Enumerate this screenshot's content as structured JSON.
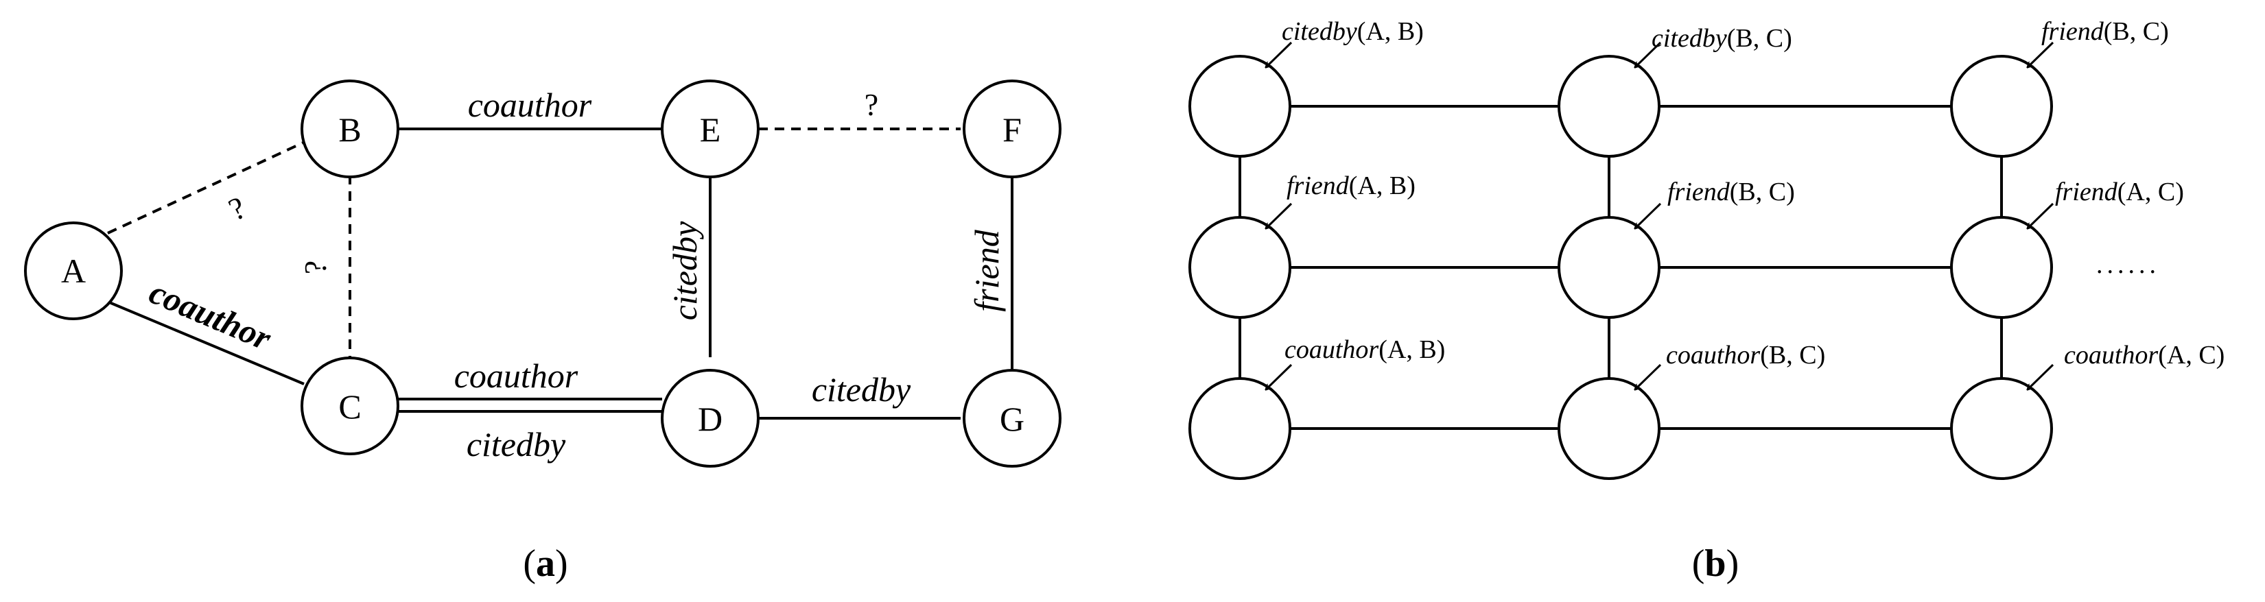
{
  "panel_a": {
    "nodes": {
      "A": "A",
      "B": "B",
      "C": "C",
      "D": "D",
      "E": "E",
      "F": "F",
      "G": "G"
    },
    "edge_labels": {
      "a_c": "coauthor",
      "b_e": "coauthor",
      "c_d_top": "coauthor",
      "c_d_bottom": "citedby",
      "e_d": "citedby",
      "d_g": "citedby",
      "f_g": "friend"
    },
    "unknown_marker": "?",
    "caption": {
      "open": "(",
      "letter": "a",
      "close": ")"
    }
  },
  "panel_b": {
    "rows": [
      {
        "labels": [
          {
            "pred": "citedby",
            "args": "(A, B)"
          },
          {
            "pred": "citedby",
            "args": "(B, C)"
          },
          {
            "pred": "friend",
            "args": "(B, C)"
          }
        ]
      },
      {
        "labels": [
          {
            "pred": "friend",
            "args": "(A, B)"
          },
          {
            "pred": "friend",
            "args": "(B, C)"
          },
          {
            "pred": "friend",
            "args": "(A, C)"
          }
        ]
      },
      {
        "labels": [
          {
            "pred": "coauthor",
            "args": "(A, B)"
          },
          {
            "pred": "coauthor",
            "args": "(B, C)"
          },
          {
            "pred": "coauthor",
            "args": "(A, C)"
          }
        ]
      }
    ],
    "ellipsis": "......",
    "caption": {
      "open": "(",
      "letter": "b",
      "close": ")"
    }
  }
}
